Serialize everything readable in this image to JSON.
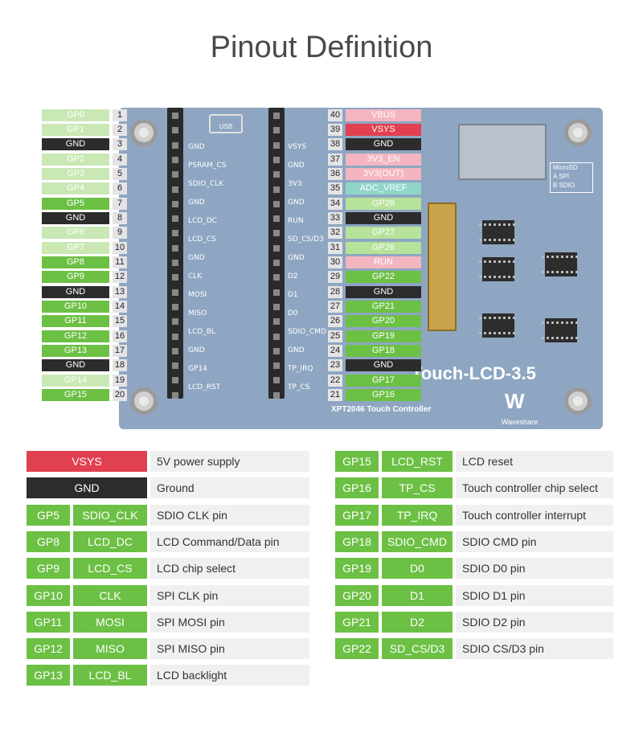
{
  "title": "Pinout Definition",
  "board": {
    "usb": "USB",
    "labels_left": [
      "GND",
      "PSRAM_CS",
      "SDIO_CLK",
      "GND",
      "LCD_DC",
      "LCD_CS",
      "GND",
      "CLK",
      "MOSI",
      "MISO",
      "LCD_BL",
      "GND",
      "GP14",
      "LCD_RST"
    ],
    "labels_mid": [
      "VSYS",
      "GND",
      "3V3",
      "GND",
      "RUN",
      "SD_CS/D3",
      "GND",
      "D2",
      "D1",
      "D0",
      "SDIO_CMD",
      "GND",
      "TP_IRQ",
      "TP_CS"
    ],
    "sd_title": "MicroSD",
    "sd_rows": [
      "A SPI",
      "B SDIO"
    ],
    "brand": "Touch-LCD-3.5",
    "controller": "XPT2046 Touch Controller",
    "maker": "Waveshare",
    "logo": "W"
  },
  "left_pins": [
    {
      "name": "GP0",
      "num": "1",
      "color": "gp-light"
    },
    {
      "name": "GP1",
      "num": "2",
      "color": "gp-light"
    },
    {
      "name": "GND",
      "num": "3",
      "color": "gnd"
    },
    {
      "name": "GP2",
      "num": "4",
      "color": "gp-light"
    },
    {
      "name": "GP3",
      "num": "5",
      "color": "gp-light"
    },
    {
      "name": "GP4",
      "num": "6",
      "color": "gp-light"
    },
    {
      "name": "GP5",
      "num": "7",
      "color": "gp"
    },
    {
      "name": "GND",
      "num": "8",
      "color": "gnd"
    },
    {
      "name": "GP6",
      "num": "9",
      "color": "gp-light"
    },
    {
      "name": "GP7",
      "num": "10",
      "color": "gp-light"
    },
    {
      "name": "GP8",
      "num": "11",
      "color": "gp"
    },
    {
      "name": "GP9",
      "num": "12",
      "color": "gp"
    },
    {
      "name": "GND",
      "num": "13",
      "color": "gnd"
    },
    {
      "name": "GP10",
      "num": "14",
      "color": "gp"
    },
    {
      "name": "GP11",
      "num": "15",
      "color": "gp"
    },
    {
      "name": "GP12",
      "num": "16",
      "color": "gp"
    },
    {
      "name": "GP13",
      "num": "17",
      "color": "gp"
    },
    {
      "name": "GND",
      "num": "18",
      "color": "gnd"
    },
    {
      "name": "GP14",
      "num": "19",
      "color": "gp-light"
    },
    {
      "name": "GP15",
      "num": "20",
      "color": "gp"
    }
  ],
  "right_pins": [
    {
      "name": "VBUS",
      "num": "40",
      "color": "pink"
    },
    {
      "name": "VSYS",
      "num": "39",
      "color": "red"
    },
    {
      "name": "GND",
      "num": "38",
      "color": "gnd"
    },
    {
      "name": "3V3_EN",
      "num": "37",
      "color": "pink"
    },
    {
      "name": "3V3(OUT)",
      "num": "36",
      "color": "pink"
    },
    {
      "name": "ADC_VREF",
      "num": "35",
      "color": "cyan"
    },
    {
      "name": "GP28",
      "num": "34",
      "color": "light-green"
    },
    {
      "name": "GND",
      "num": "33",
      "color": "gnd"
    },
    {
      "name": "GP27",
      "num": "32",
      "color": "light-green"
    },
    {
      "name": "GP26",
      "num": "31",
      "color": "light-green"
    },
    {
      "name": "RUN",
      "num": "30",
      "color": "pink"
    },
    {
      "name": "GP22",
      "num": "29",
      "color": "gp"
    },
    {
      "name": "GND",
      "num": "28",
      "color": "gnd"
    },
    {
      "name": "GP21",
      "num": "27",
      "color": "gp"
    },
    {
      "name": "GP20",
      "num": "26",
      "color": "gp"
    },
    {
      "name": "GP19",
      "num": "25",
      "color": "gp"
    },
    {
      "name": "GP18",
      "num": "24",
      "color": "gp"
    },
    {
      "name": "GND",
      "num": "23",
      "color": "gnd"
    },
    {
      "name": "GP17",
      "num": "22",
      "color": "gp"
    },
    {
      "name": "GP16",
      "num": "21",
      "color": "gp"
    }
  ],
  "legend_left": [
    {
      "type": "wide",
      "color": "red",
      "label": "VSYS",
      "desc": "5V power supply"
    },
    {
      "type": "wide",
      "color": "gnd",
      "label": "GND",
      "desc": "Ground"
    },
    {
      "type": "pair",
      "gp": "GP5",
      "fn": "SDIO_CLK",
      "desc": "SDIO CLK pin"
    },
    {
      "type": "pair",
      "gp": "GP8",
      "fn": "LCD_DC",
      "desc": "LCD Command/Data pin"
    },
    {
      "type": "pair",
      "gp": "GP9",
      "fn": "LCD_CS",
      "desc": "LCD chip select"
    },
    {
      "type": "pair",
      "gp": "GP10",
      "fn": "CLK",
      "desc": "SPI CLK pin"
    },
    {
      "type": "pair",
      "gp": "GP11",
      "fn": "MOSI",
      "desc": "SPI MOSI pin"
    },
    {
      "type": "pair",
      "gp": "GP12",
      "fn": "MISO",
      "desc": "SPI MISO pin"
    },
    {
      "type": "pair",
      "gp": "GP13",
      "fn": "LCD_BL",
      "desc": "LCD backlight"
    }
  ],
  "legend_right": [
    {
      "gp": "GP15",
      "fn": "LCD_RST",
      "desc": "LCD reset"
    },
    {
      "gp": "GP16",
      "fn": "TP_CS",
      "desc": "Touch controller chip select"
    },
    {
      "gp": "GP17",
      "fn": "TP_IRQ",
      "desc": "Touch controller interrupt"
    },
    {
      "gp": "GP18",
      "fn": "SDIO_CMD",
      "desc": "SDIO CMD pin"
    },
    {
      "gp": "GP19",
      "fn": "D0",
      "desc": "SDIO D0 pin"
    },
    {
      "gp": "GP20",
      "fn": "D1",
      "desc": "SDIO D1 pin"
    },
    {
      "gp": "GP21",
      "fn": "D2",
      "desc": "SDIO D2 pin"
    },
    {
      "gp": "GP22",
      "fn": "SD_CS/D3",
      "desc": "SDIO CS/D3 pin"
    }
  ]
}
